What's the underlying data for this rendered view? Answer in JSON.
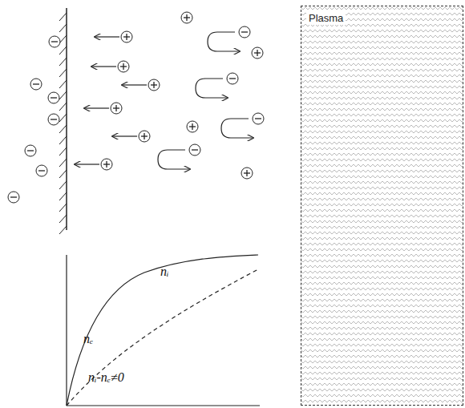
{
  "diagram": {
    "nodes": [
      {
        "text": [
          "Plasma"
        ]
      }
    ],
    "labels": [
      "nᵢ",
      "nₑ",
      "nᵢ-nₑ≠0"
    ]
  }
}
